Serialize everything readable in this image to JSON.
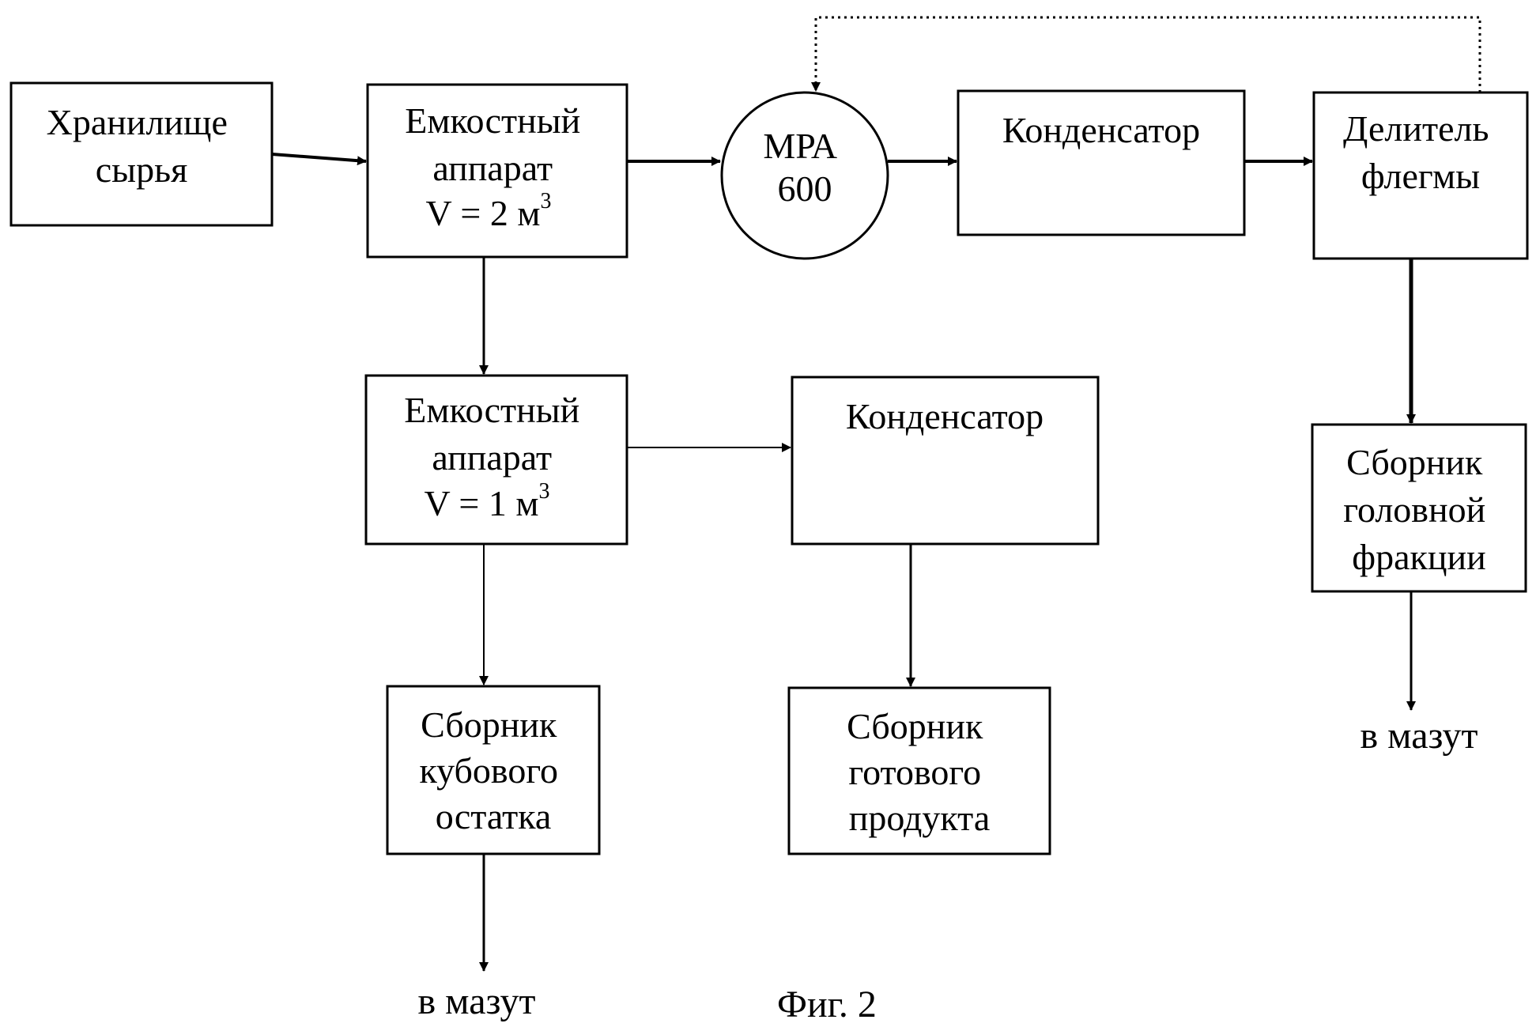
{
  "nodes": {
    "storage": {
      "lines": [
        "Хранилище",
        "сырья"
      ]
    },
    "vessel2": {
      "lines": [
        "Емкостный",
        "аппарат"
      ],
      "formula": {
        "prefix": "V = 2 м",
        "sup": "3"
      }
    },
    "mpa": {
      "lines": [
        "МРА",
        "600"
      ]
    },
    "condenser_top": {
      "lines": [
        "Конденсатор"
      ]
    },
    "splitter": {
      "lines": [
        "Делитель",
        "флегмы"
      ]
    },
    "vessel1": {
      "lines": [
        "Емкостный",
        "аппарат"
      ],
      "formula": {
        "prefix": "V = 1 м",
        "sup": "3"
      }
    },
    "condenser_mid": {
      "lines": [
        "Конденсатор"
      ]
    },
    "head_collector": {
      "lines": [
        "Сборник",
        "головной",
        "фракции"
      ]
    },
    "bottoms_collector": {
      "lines": [
        "Сборник",
        "кубового",
        "остатка"
      ]
    },
    "product_collector": {
      "lines": [
        "Сборник",
        "готового",
        "продукта"
      ]
    }
  },
  "outputs": {
    "to_fuel_oil_left": "в мазут",
    "to_fuel_oil_right": "в мазут"
  },
  "caption": "Фиг. 2"
}
